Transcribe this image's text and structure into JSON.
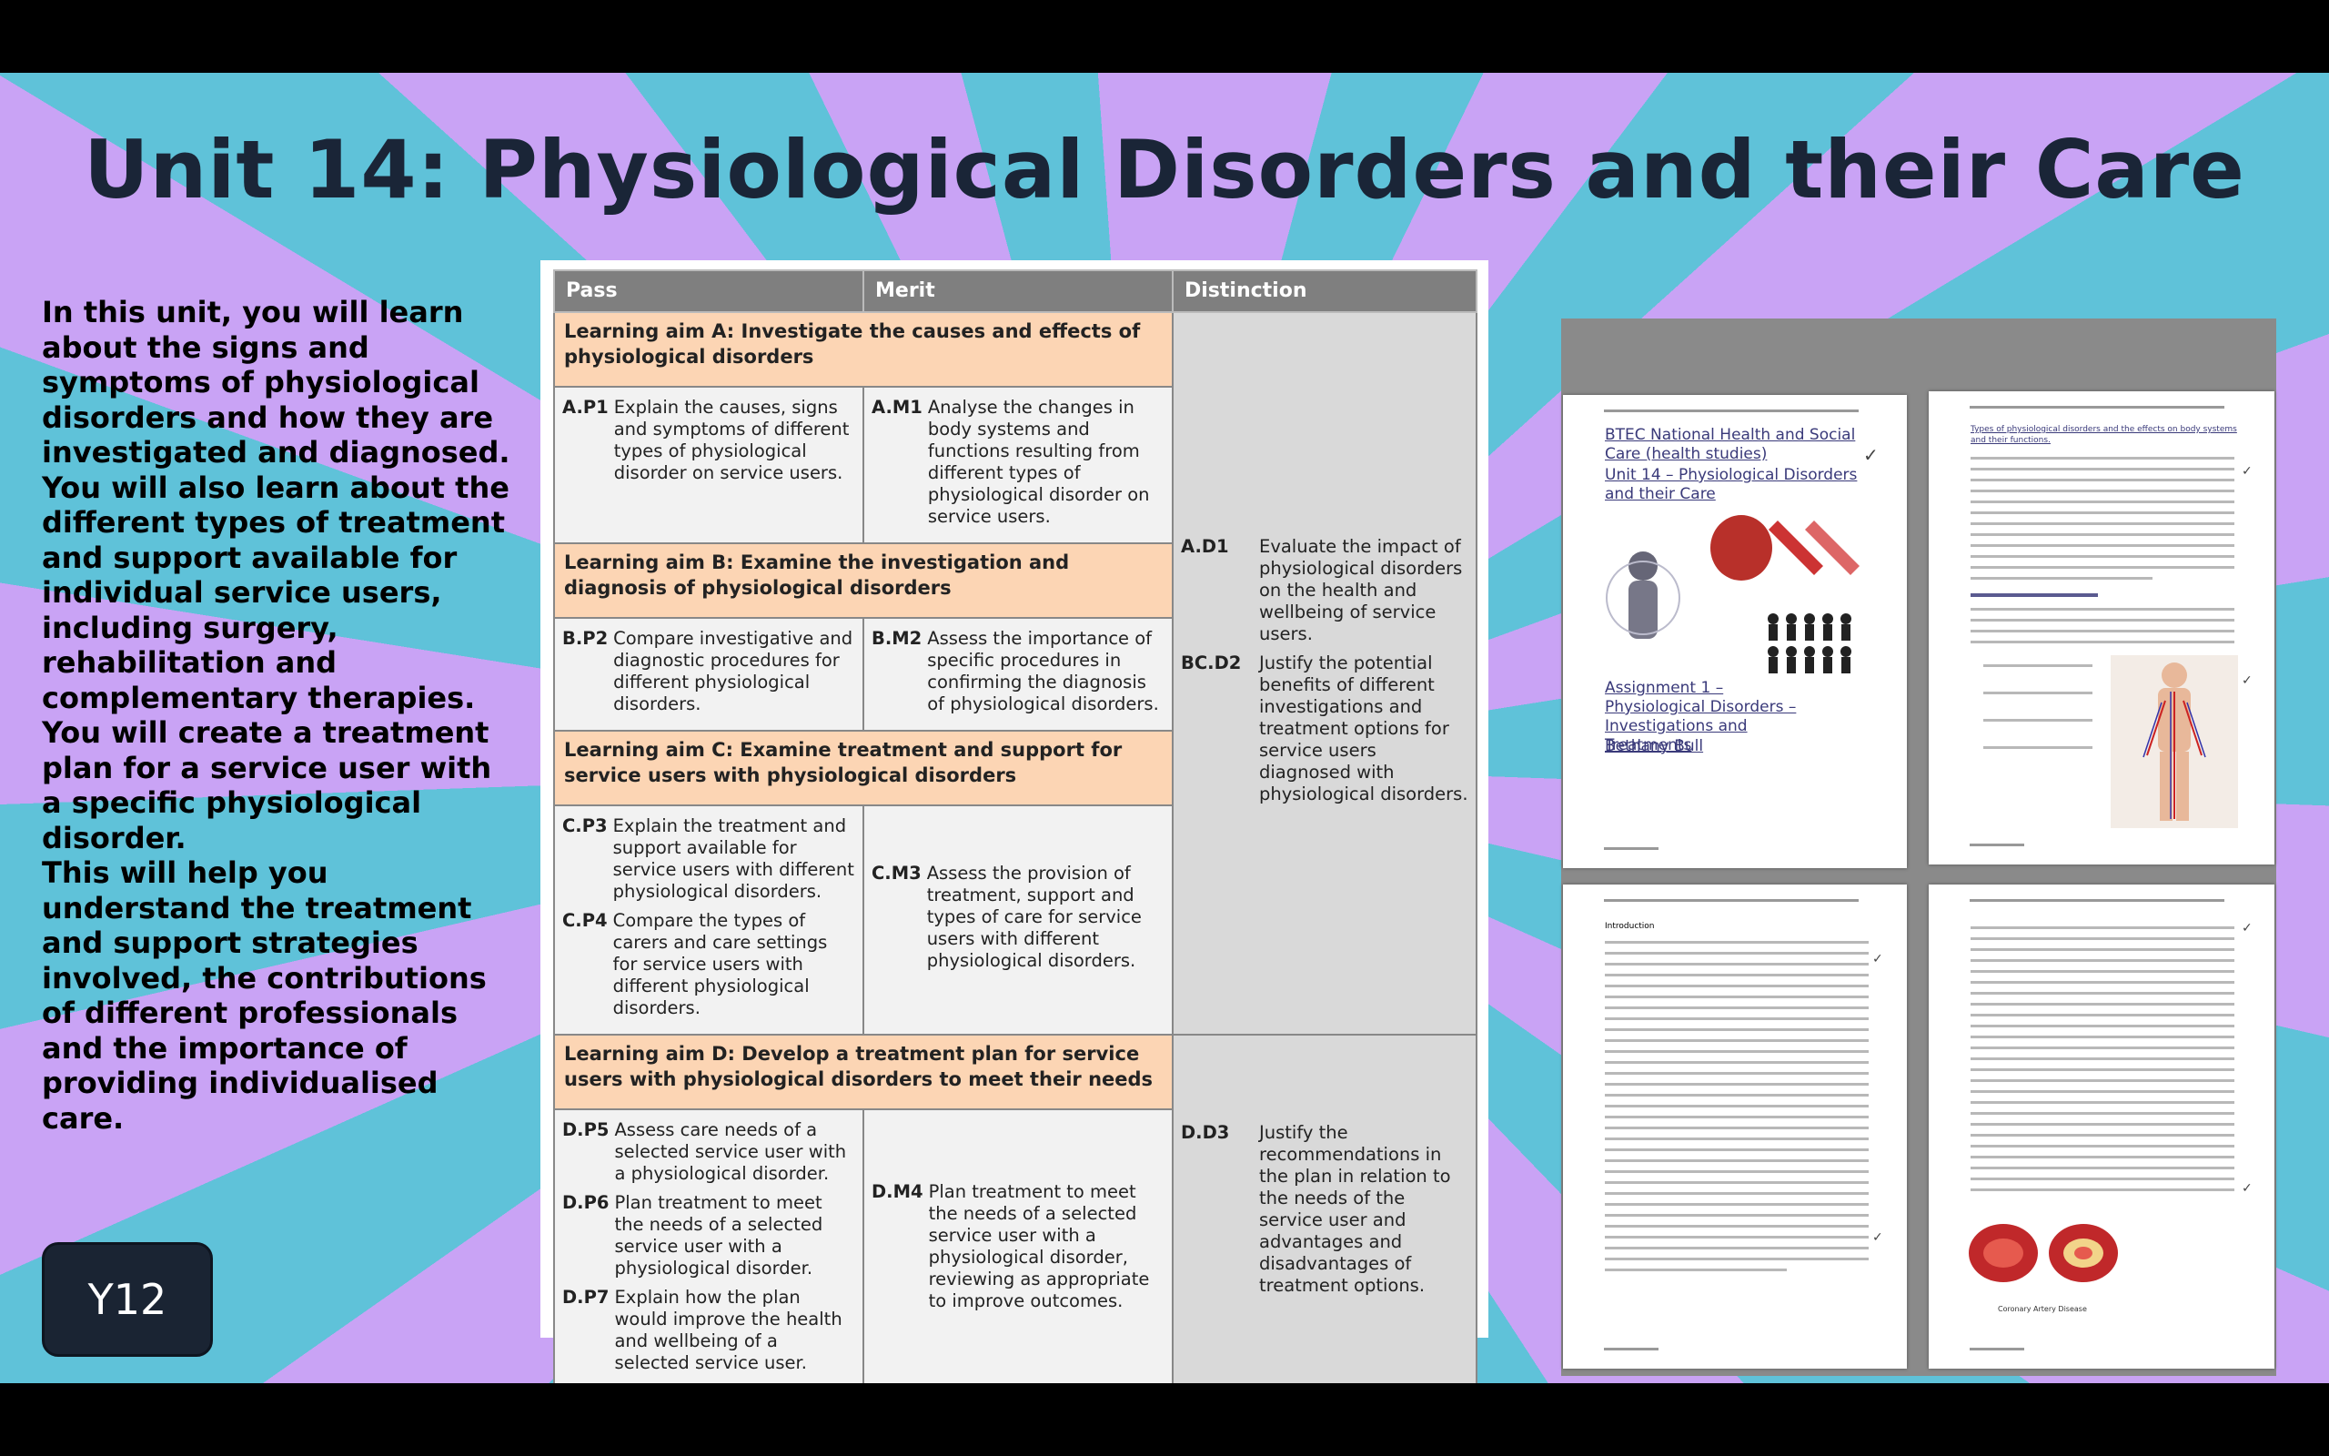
{
  "slide": {
    "title": "Unit 14: Physiological Disorders and their Care",
    "intro": [
      "In this unit, you will learn about the signs and symptoms of physiological disorders and how they are investigated and diagnosed. You will also learn about the different types of treatment and support available for individual service users, including surgery, rehabilitation and complementary therapies. You will create a treatment plan for a service user with a specific physiological disorder.",
      "This will help you understand the treatment and support strategies involved, the contributions of different professionals and the importance of providing individualised care."
    ],
    "year_badge": "Y12"
  },
  "grid": {
    "headers": [
      "Pass",
      "Merit",
      "Distinction"
    ],
    "aim_a": "Learning aim A: Investigate the causes and effects of physiological disorders",
    "ap1_code": "A.P1",
    "ap1_text": "Explain the causes, signs and symptoms of different types of physiological disorder on service users.",
    "am1_code": "A.M1",
    "am1_text": "Analyse the changes in body systems and functions resulting from different types of physiological disorder on service users.",
    "aim_b": "Learning aim B: Examine the investigation and diagnosis of physiological disorders",
    "bp2_code": "B.P2",
    "bp2_text": "Compare investigative and diagnostic procedures for different physiological disorders.",
    "bm2_code": "B.M2",
    "bm2_text": "Assess the importance of specific procedures in confirming the diagnosis of physiological disorders.",
    "ad1_code": "A.D1",
    "ad1_text": "Evaluate the impact of physiological disorders on the health and wellbeing of service users.",
    "bcd2_code": "BC.D2",
    "bcd2_text": "Justify the potential benefits of different investigations and treatment options for service users diagnosed with physiological disorders.",
    "aim_c": "Learning aim C: Examine treatment and support for service users with physiological disorders",
    "cp3_code": "C.P3",
    "cp3_text": "Explain the treatment and support available for service users with different physiological disorders.",
    "cp4_code": "C.P4",
    "cp4_text": "Compare the types of carers and care settings for service users with different physiological disorders.",
    "cm3_code": "C.M3",
    "cm3_text": "Assess the provision of treatment, support and types of care for service users with different physiological disorders.",
    "aim_d": "Learning aim D: Develop a treatment plan for service users with physiological disorders to meet their needs",
    "dp5_code": "D.P5",
    "dp5_text": "Assess care needs of a selected service user with a physiological disorder.",
    "dp6_code": "D.P6",
    "dp6_text": "Plan treatment to meet the needs of a selected service user with a physiological disorder.",
    "dp7_code": "D.P7",
    "dp7_text": "Explain how the plan would improve the health and wellbeing of a selected service user.",
    "dm4_code": "D.M4",
    "dm4_text": "Plan treatment to meet the needs of a selected service user with a physiological disorder, reviewing as appropriate to improve outcomes.",
    "dd3_code": "D.D3",
    "dd3_text": "Justify the recommendations in the plan in relation to the needs of the service user and advantages and disadvantages of treatment options."
  },
  "thumbs": {
    "cover_title_1": "BTEC National Health and Social Care (health studies)",
    "cover_title_2": "Unit 14 – Physiological Disorders and their Care",
    "cover_assignment": "Assignment 1 – Physiological Disorders – Investigations and Treatments",
    "cover_author": "Bethany Bull",
    "page2_heading": "Types of physiological disorders and the effects on body systems and their functions.",
    "page3_heading": "Introduction",
    "page4_caption": "Coronary Artery Disease"
  },
  "colors": {
    "title": "#1a2537",
    "aim_fill": "#fcd5b4",
    "header_fill": "#7f7f7f",
    "badge": "#1a2433",
    "ray_purple": "#c9a3f5",
    "ray_cyan": "#5fc2d9"
  }
}
